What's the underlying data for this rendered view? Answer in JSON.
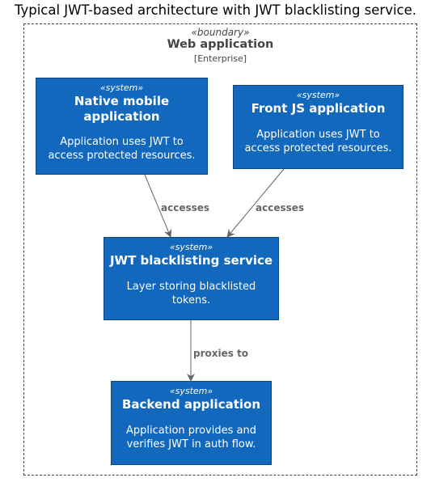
{
  "title": "Typical JWT-based architecture with JWT blacklisting service.",
  "boundary": {
    "stereotype": "«boundary»",
    "name": "Web application",
    "type": "[Enterprise]"
  },
  "nodes": {
    "mobile": {
      "stereotype": "«system»",
      "name_line1": "Native mobile",
      "name_line2": "application",
      "desc_line1": "Application uses JWT to",
      "desc_line2": "access protected resources."
    },
    "frontjs": {
      "stereotype": "«system»",
      "name_line1": "Front JS application",
      "desc_line1": "Application uses JWT to",
      "desc_line2": "access protected resources."
    },
    "blacklist": {
      "stereotype": "«system»",
      "name_line1": "JWT blacklisting service",
      "desc_line1": "Layer storing blacklisted",
      "desc_line2": "tokens."
    },
    "backend": {
      "stereotype": "«system»",
      "name_line1": "Backend application",
      "desc_line1": "Application provides and",
      "desc_line2": "verifies JWT in auth flow."
    }
  },
  "edges": {
    "mobile_to_blacklist": "accesses",
    "frontjs_to_blacklist": "accesses",
    "blacklist_to_backend": "proxies to"
  },
  "colors": {
    "node_fill": "#1168bd",
    "node_border": "#0b4884",
    "boundary_text": "#444444",
    "edge": "#666666"
  }
}
